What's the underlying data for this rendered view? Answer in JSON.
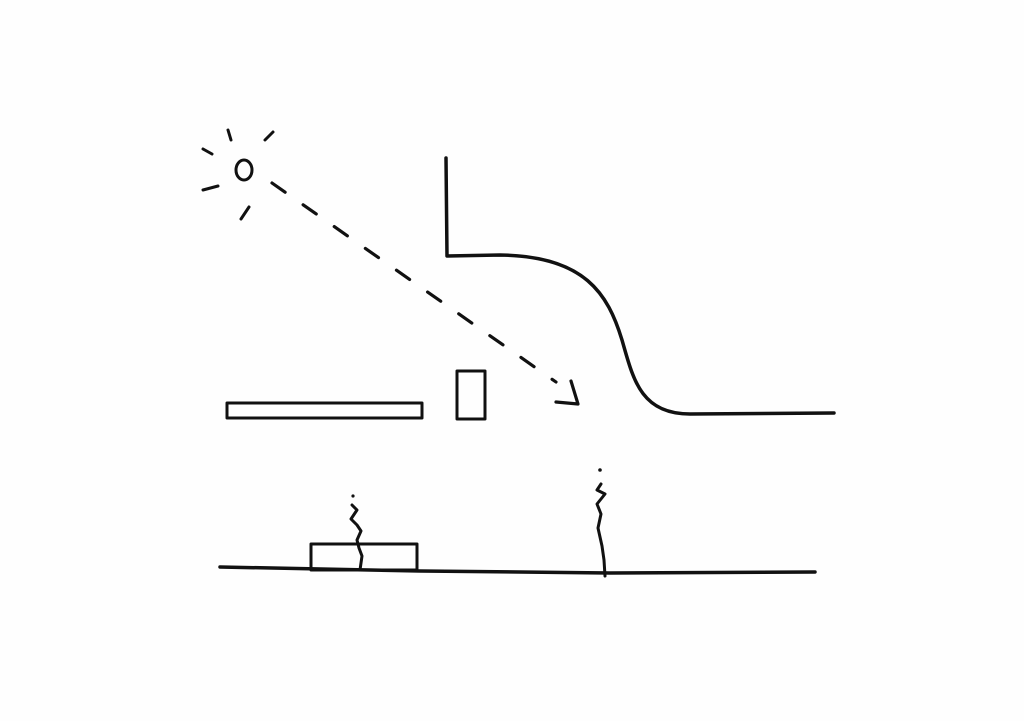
{
  "sheet": {
    "background": "#fefefe",
    "ink": "#111111"
  },
  "icons": {
    "sun": "sun-icon",
    "sunlight_arrow": "arrow-down-right-icon",
    "person": "person-figure-icon"
  },
  "elements": [
    "sun",
    "sunlight-ray",
    "canopy-roof",
    "horizontal-slab",
    "vertical-column",
    "bench",
    "seated-person",
    "standing-person",
    "ground-line"
  ]
}
